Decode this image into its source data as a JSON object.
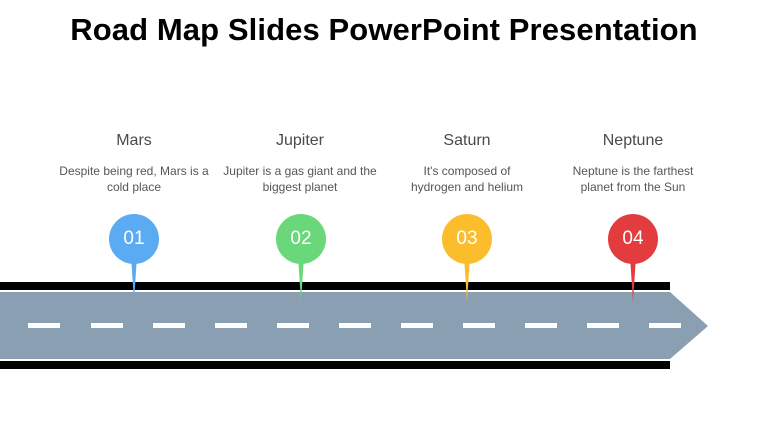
{
  "slide": {
    "title": "Road Map Slides PowerPoint Presentation"
  },
  "milestones": [
    {
      "name": "Mars",
      "description": "Despite being red, Mars is a cold place",
      "number": "01",
      "color": "#5aabf2"
    },
    {
      "name": "Jupiter",
      "description": "Jupiter is a gas giant and the biggest planet",
      "number": "02",
      "color": "#6ad77b"
    },
    {
      "name": "Saturn",
      "description": "It's composed of hydrogen and helium",
      "number": "03",
      "color": "#fbbd2c"
    },
    {
      "name": "Neptune",
      "description": "Neptune is the farthest planet from the Sun",
      "number": "04",
      "color": "#e33c3e"
    }
  ],
  "road": {
    "surface_color": "#8a9fb1",
    "border_color": "#000000",
    "lane_color": "#ffffff"
  }
}
